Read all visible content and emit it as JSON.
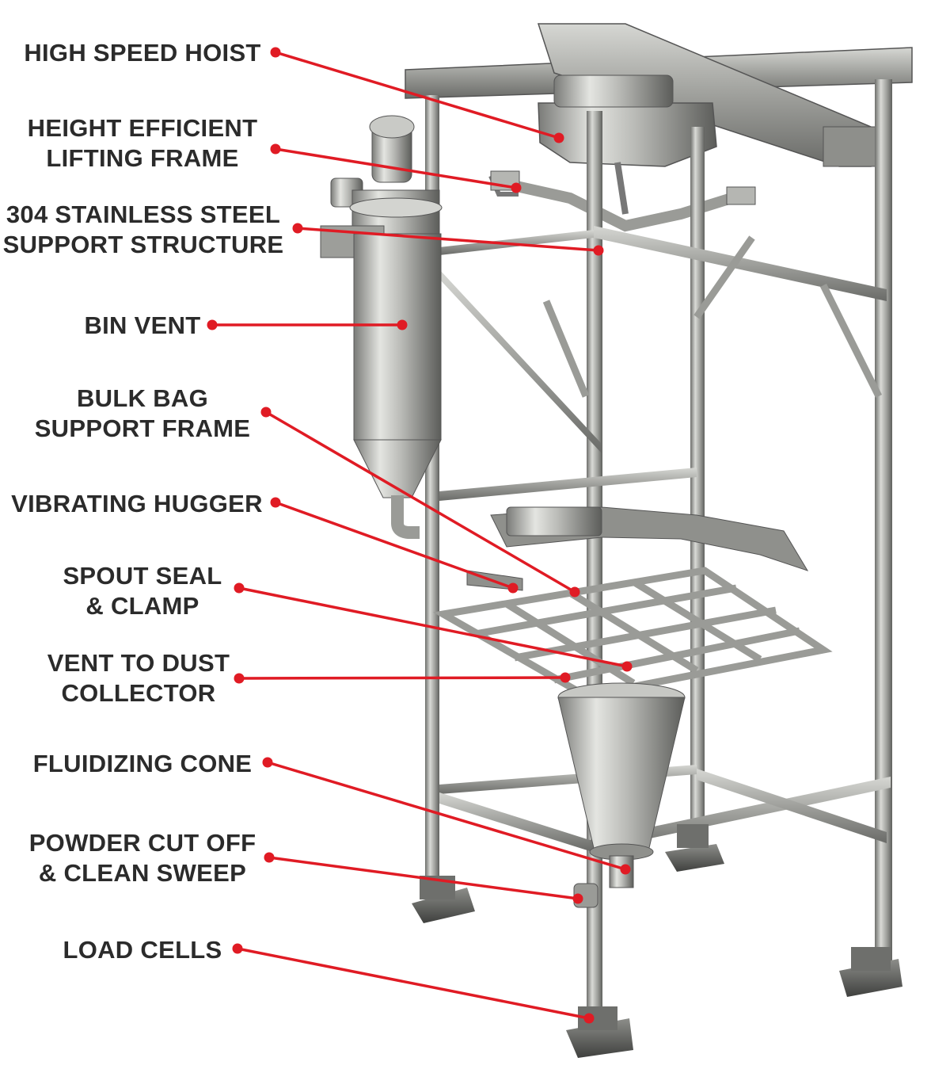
{
  "diagram": {
    "callout_color": "#e01b24",
    "text_color": "#2b2b2b",
    "steel_color": "#a9aaa6",
    "callouts": [
      {
        "id": "high-speed-hoist",
        "lines": [
          "HIGH SPEED HOIST"
        ]
      },
      {
        "id": "height-efficient-lifting-frame",
        "lines": [
          "HEIGHT EFFICIENT",
          "LIFTING FRAME"
        ]
      },
      {
        "id": "stainless-steel-support-structure",
        "lines": [
          "304 STAINLESS STEEL",
          "SUPPORT STRUCTURE"
        ]
      },
      {
        "id": "bin-vent",
        "lines": [
          "BIN VENT"
        ]
      },
      {
        "id": "bulk-bag-support-frame",
        "lines": [
          "BULK BAG",
          "SUPPORT FRAME"
        ]
      },
      {
        "id": "vibrating-hugger",
        "lines": [
          "VIBRATING HUGGER"
        ]
      },
      {
        "id": "spout-seal-clamp",
        "lines": [
          "SPOUT SEAL",
          "& CLAMP"
        ]
      },
      {
        "id": "vent-to-dust-collector",
        "lines": [
          "VENT TO DUST",
          "COLLECTOR"
        ]
      },
      {
        "id": "fluidizing-cone",
        "lines": [
          "FLUIDIZING CONE"
        ]
      },
      {
        "id": "powder-cut-off",
        "lines": [
          "POWDER CUT OFF",
          "& CLEAN SWEEP"
        ]
      },
      {
        "id": "load-cells",
        "lines": [
          "LOAD CELLS"
        ]
      }
    ]
  }
}
